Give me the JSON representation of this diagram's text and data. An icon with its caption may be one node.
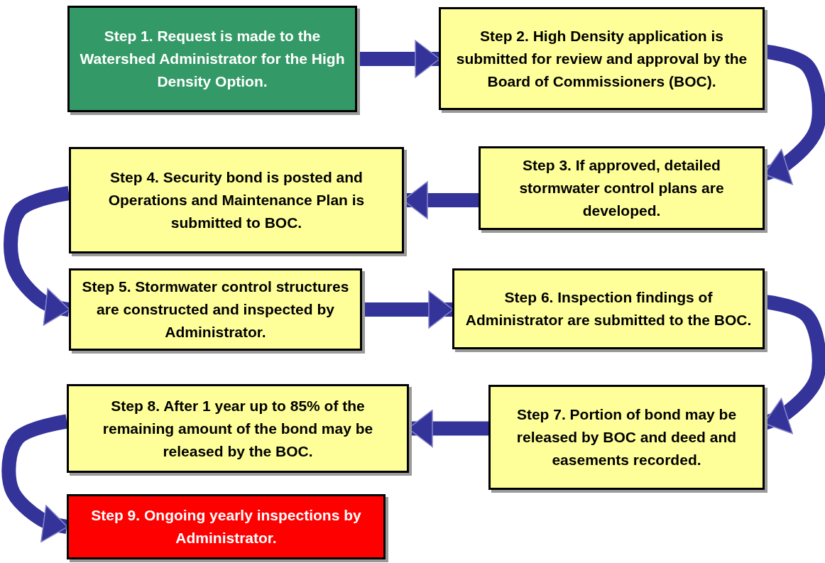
{
  "diagram": {
    "nodes": [
      {
        "text": [
          "Step 1. Request is made to the Watershed Administrator for the High Density Option."
        ]
      },
      {
        "text": [
          "Step 2. High Density application is submitted for review and approval by the Board of Commissioners (BOC)."
        ]
      },
      {
        "text": [
          "Step 3. If approved, detailed stormwater control plans are developed."
        ]
      },
      {
        "text": [
          "Step 4. Security bond is posted and Operations and Maintenance Plan is submitted to BOC."
        ]
      },
      {
        "text": [
          "Step 5. Stormwater control structures are constructed and inspected by Administrator."
        ]
      },
      {
        "text": [
          "Step 6. Inspection findings of Administrator are submitted to the BOC."
        ]
      },
      {
        "text": [
          "Step 7. Portion of bond may be released by BOC and deed and easements recorded."
        ]
      },
      {
        "text": [
          "Step 8. After 1 year up to 85% of the remaining amount of the bond may be released by the BOC."
        ]
      },
      {
        "text": [
          "Step 9. Ongoing yearly inspections by Administrator."
        ]
      }
    ],
    "edges": [
      {
        "from": 0,
        "to": 1,
        "arrow": "to"
      },
      {
        "from": 1,
        "to": 2,
        "arrow": "to"
      },
      {
        "from": 2,
        "to": 3,
        "arrow": "to"
      },
      {
        "from": 3,
        "to": 4,
        "arrow": "to"
      },
      {
        "from": 4,
        "to": 5,
        "arrow": "to"
      },
      {
        "from": 5,
        "to": 6,
        "arrow": "to"
      },
      {
        "from": 6,
        "to": 7,
        "arrow": "to"
      },
      {
        "from": 7,
        "to": 8,
        "arrow": "to"
      }
    ]
  }
}
